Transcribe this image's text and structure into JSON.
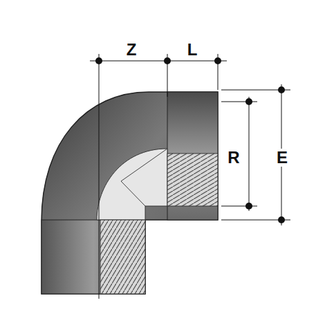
{
  "diagram": {
    "labels": [
      "Z",
      "L",
      "R",
      "E"
    ]
  }
}
